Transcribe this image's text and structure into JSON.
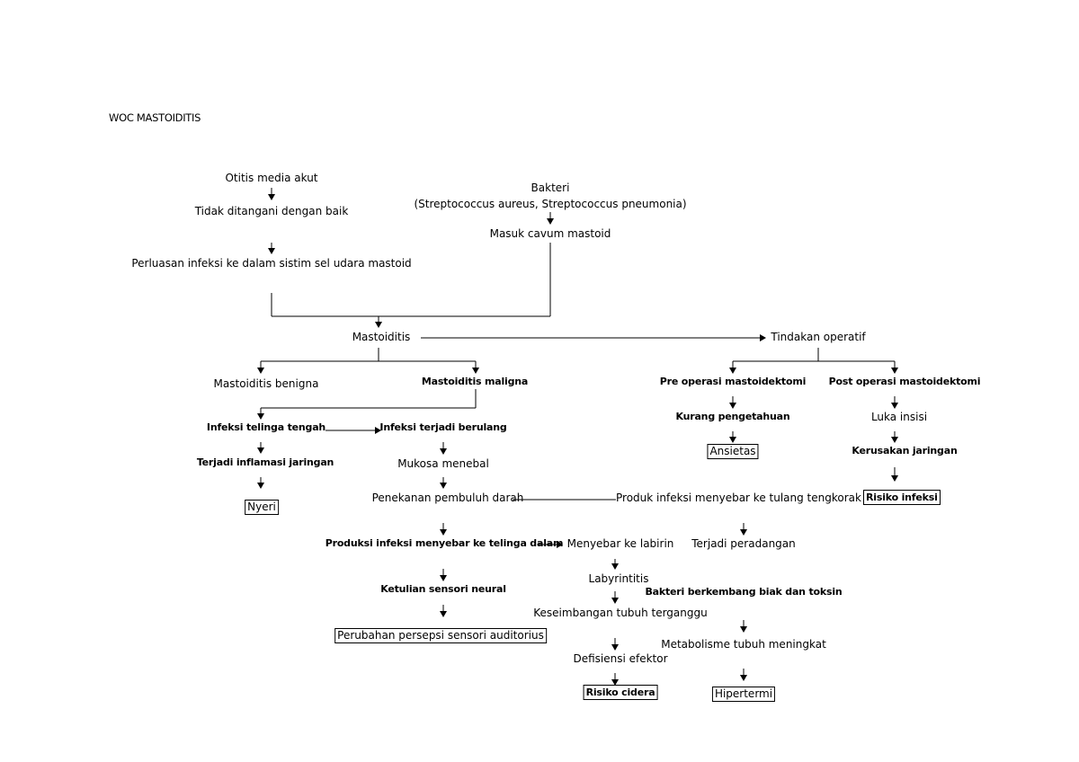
{
  "title": "WOC MASTOIDITIS",
  "nodes": {
    "otitis": "Otitis media akut",
    "tidak_ditangani": "Tidak ditangani dengan baik",
    "perluasan": "Perluasan infeksi ke dalam sistim sel udara mastoid",
    "bakteri": "Bakteri",
    "bakteri_jenis": "(Streptococcus aureus, Streptococcus pneumonia)",
    "masuk_cavum": "Masuk cavum mastoid",
    "mastoiditis": "Mastoiditis",
    "tindakan_operatif": "Tindakan operatif",
    "benigna": "Mastoiditis benigna",
    "maligna": "Mastoiditis maligna",
    "pre_operasi": "Pre operasi mastoidektomi",
    "post_operasi": "Post operasi mastoidektomi",
    "infeksi_telinga_tengah": "Infeksi telinga tengah",
    "infeksi_berulang": "Infeksi terjadi berulang",
    "kurang_pengetahuan": "Kurang pengetahuan",
    "luka_insisi": "Luka insisi",
    "inflamasi": "Terjadi inflamasi jaringan",
    "mukosa": "Mukosa menebal",
    "ansietas": "Ansietas",
    "kerusakan": "Kerusakan jaringan",
    "nyeri": "Nyeri",
    "penekanan": "Penekanan pembuluh darah",
    "produk_tulang": "Produk infeksi menyebar ke tulang tengkorak",
    "risiko_infeksi": "Risiko infeksi",
    "produksi_telinga_dalam": "Produksi infeksi menyebar ke telinga dalam",
    "menyebar_labirin": "Menyebar ke labirin",
    "peradangan": "Terjadi peradangan",
    "labyrintitis": "Labyrintitis",
    "ketulian": "Ketulian sensori neural",
    "bakteri_berkembang": "Bakteri berkembang biak dan toksin",
    "keseimbangan": "Keseimbangan tubuh terganggu",
    "persepsi": "Perubahan persepsi sensori auditorius",
    "metabolisme": "Metabolisme tubuh meningkat",
    "defisiensi": "Defisiensi efektor",
    "risiko_cidera": "Risiko cidera",
    "hipertermi": "Hipertermi"
  }
}
